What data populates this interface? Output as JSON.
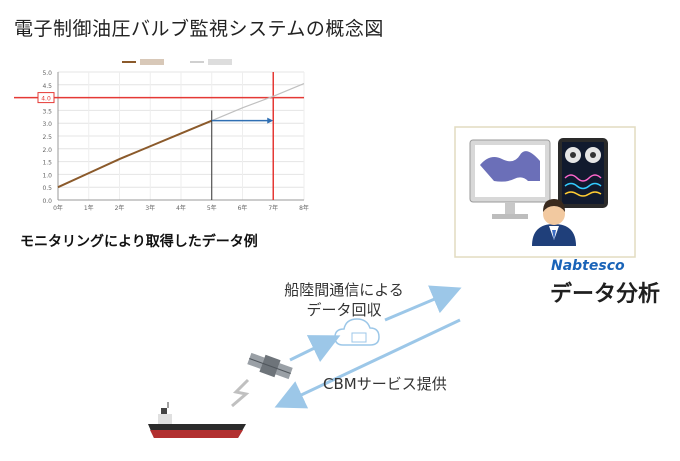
{
  "title": "電子制御油圧バルブ監視システムの概念図",
  "chart_caption": "モニタリングにより取得したデータ例",
  "brand": "Nabtesco",
  "brand_sub": "データ分析",
  "collect_line1": "船陸間通信による",
  "collect_line2": "データ回収",
  "service_label": "CBMサービス提供",
  "colors": {
    "measured": "#8b5a2b",
    "trend": "#c0c0c0",
    "threshold": "#e53935",
    "annotation": "#2f6fb3",
    "flow_arrow": "#9cc7e8",
    "panel_border": "#e2dcc0"
  },
  "icons": [
    "satellite-icon",
    "cloud-icon",
    "ship-icon",
    "monitor-icon",
    "tablet-icon",
    "user-icon"
  ],
  "chart_data": {
    "type": "line",
    "ylim": [
      0,
      5
    ],
    "yticks": [
      "0.0",
      "0.5",
      "1.0",
      "1.5",
      "2.0",
      "2.5",
      "3.0",
      "3.5",
      "4.0",
      "4.5",
      "5.0"
    ],
    "categories": [
      "0年",
      "1年",
      "2年",
      "3年",
      "4年",
      "5年",
      "6年",
      "7年",
      "8年"
    ],
    "threshold": 4.0,
    "threshold_label": "4.0",
    "series": [
      {
        "x": [
          0,
          1,
          2,
          3,
          4,
          5
        ],
        "values": [
          0.5,
          1.05,
          1.6,
          2.1,
          2.6,
          3.1
        ]
      },
      {
        "x": [
          5,
          6,
          7,
          8
        ],
        "values": [
          3.1,
          3.6,
          4.05,
          4.55
        ]
      }
    ],
    "grid": true
  }
}
